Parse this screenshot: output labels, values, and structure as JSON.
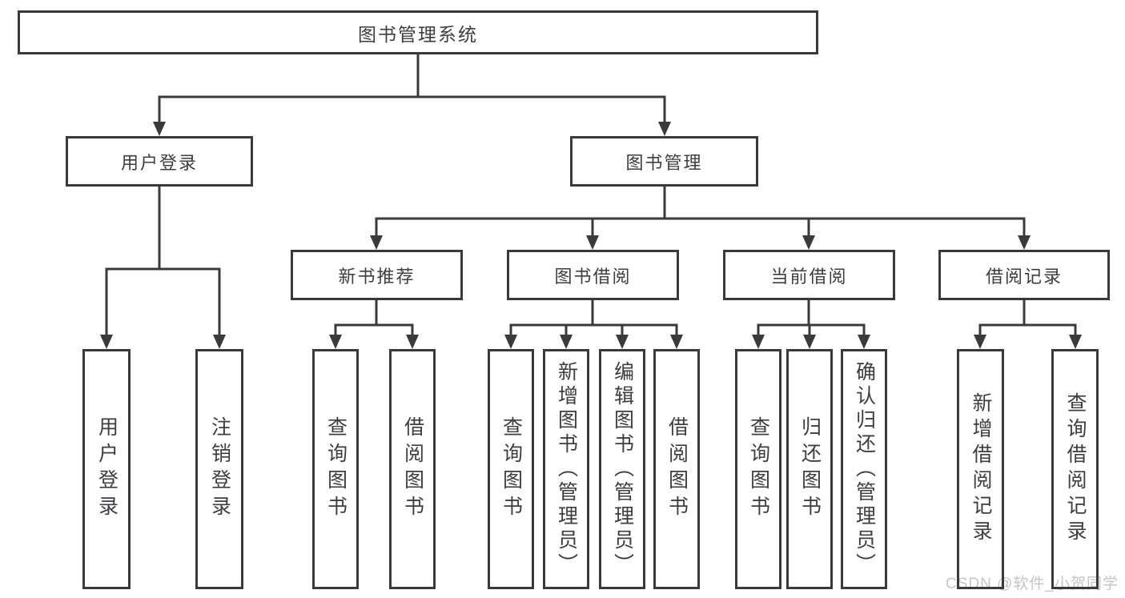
{
  "diagram": {
    "root": {
      "label": "图书管理系统"
    },
    "level2": [
      {
        "label": "用户登录"
      },
      {
        "label": "图书管理"
      }
    ],
    "level3": [
      {
        "label": "新书推荐"
      },
      {
        "label": "图书借阅"
      },
      {
        "label": "当前借阅"
      },
      {
        "label": "借阅记录"
      }
    ],
    "leaves_user_login": [
      {
        "label": "用户登录"
      },
      {
        "label": "注销登录"
      }
    ],
    "leaves_new_books": [
      {
        "label": "查询图书"
      },
      {
        "label": "借阅图书"
      }
    ],
    "leaves_book_borrow": [
      {
        "label": "查询图书"
      },
      {
        "label": "新增图书（管理员）"
      },
      {
        "label": "编辑图书（管理员）"
      },
      {
        "label": "借阅图书"
      }
    ],
    "leaves_current_borrow": [
      {
        "label": "查询图书"
      },
      {
        "label": "归还图书"
      },
      {
        "label": "确认归还（管理员）"
      }
    ],
    "leaves_borrow_records": [
      {
        "label": "新增借阅记录"
      },
      {
        "label": "查询借阅记录"
      }
    ]
  },
  "watermark": {
    "text": "CSDN @软件_小贺同学"
  },
  "colors": {
    "line": "#3a3a3a",
    "text": "#3d3d42",
    "watermark": "#c3c6c9",
    "background": "#ffffff"
  }
}
